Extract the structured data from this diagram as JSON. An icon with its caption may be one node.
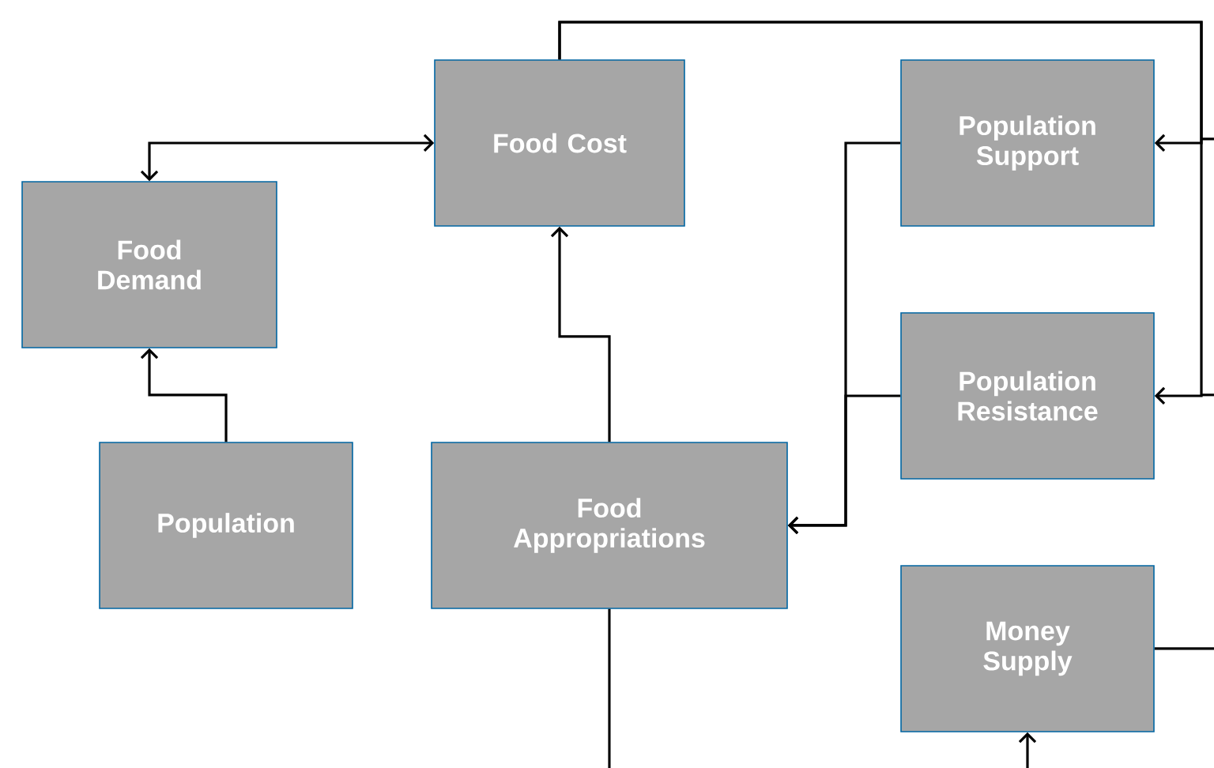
{
  "diagram": {
    "nodes": [
      {
        "text": [
          "Food Cost"
        ]
      },
      {
        "text": [
          "Population Support"
        ]
      },
      {
        "text": [
          "Food Demand"
        ]
      },
      {
        "text": [
          "Population Resistance"
        ]
      },
      {
        "text": [
          "Population"
        ]
      },
      {
        "text": [
          "Food Appropriations"
        ]
      },
      {
        "text": [
          "Money Supply"
        ]
      }
    ],
    "edges": [
      {
        "from": 0,
        "to": 2,
        "arrow": "both"
      },
      {
        "from": 4,
        "to": 2,
        "arrow": "to"
      },
      {
        "from": 5,
        "to": 0,
        "arrow": "to"
      },
      {
        "from": 0,
        "to": 1,
        "arrow": "to"
      },
      {
        "from": 0,
        "to": 3,
        "arrow": "to"
      },
      {
        "from": 1,
        "to": 5,
        "arrow": "to"
      },
      {
        "from": 3,
        "to": 5,
        "arrow": "to"
      },
      {
        "from": 6,
        "to": null,
        "arrow": "none"
      },
      {
        "from": null,
        "to": 6,
        "arrow": "to"
      },
      {
        "from": 5,
        "to": null,
        "arrow": "none"
      }
    ]
  }
}
